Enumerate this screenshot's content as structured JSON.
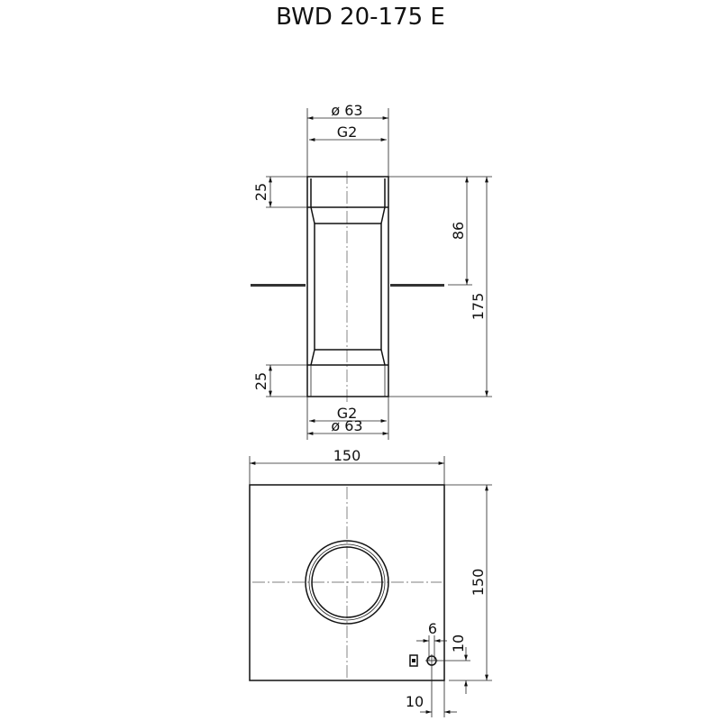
{
  "title": "BWD 20-175 E",
  "front_view": {
    "top_diameter": "ø 63",
    "top_thread": "G2",
    "top_socket_depth": "25",
    "bottom_socket_depth": "25",
    "flange_height": "86",
    "total_height": "175",
    "bottom_thread": "G2",
    "bottom_diameter": "ø 63"
  },
  "top_view": {
    "width": "150",
    "depth": "150",
    "hole_diameter": "6",
    "hole_offset_vertical": "10",
    "hole_offset_horizontal": "10"
  }
}
